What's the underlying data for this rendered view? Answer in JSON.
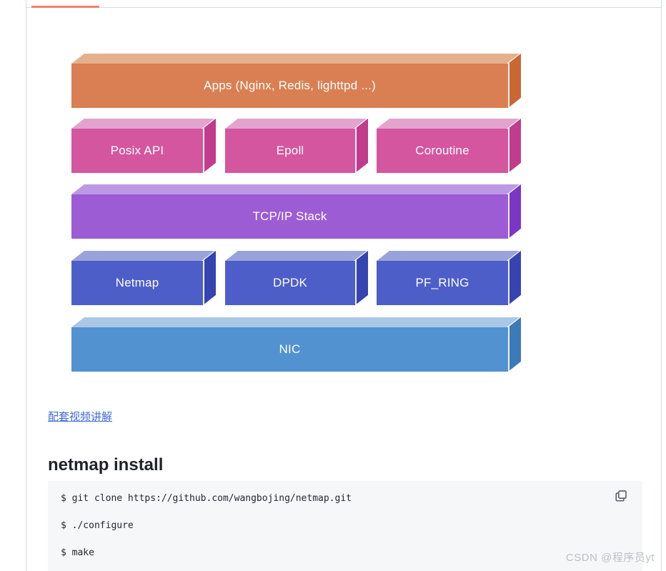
{
  "page": {
    "tab_indicator_color": "#f4806d",
    "frame_line_color": "#d5dbe0"
  },
  "diagram": {
    "blocks": [
      {
        "id": "apps",
        "label": "Apps (Nginx, Redis, lighttpd ...)",
        "front": "#d97f53",
        "top": "#e5b18c",
        "side": "#cb6733"
      },
      {
        "id": "posix-api",
        "label": "Posix API",
        "front": "#d4569f",
        "top": "#e2a3cd",
        "side": "#c13c8c"
      },
      {
        "id": "epoll",
        "label": "Epoll",
        "front": "#d4569f",
        "top": "#e2a3cd",
        "side": "#c13c8c"
      },
      {
        "id": "coroutine",
        "label": "Coroutine",
        "front": "#d4569f",
        "top": "#e2a3cd",
        "side": "#c13c8c"
      },
      {
        "id": "tcpip",
        "label": "TCP/IP Stack",
        "front": "#9c5cd3",
        "top": "#bd98e5",
        "side": "#7c36c4"
      },
      {
        "id": "netmap",
        "label": "Netmap",
        "front": "#4e5ec8",
        "top": "#98a3dc",
        "side": "#3544b0"
      },
      {
        "id": "dpdk",
        "label": "DPDK",
        "front": "#4e5ec8",
        "top": "#98a3dc",
        "side": "#3544b0"
      },
      {
        "id": "pf-ring",
        "label": "PF_RING",
        "front": "#4e5ec8",
        "top": "#98a3dc",
        "side": "#3544b0"
      },
      {
        "id": "nic",
        "label": "NIC",
        "front": "#5292d0",
        "top": "#a9c7e6",
        "side": "#3c7ab8"
      }
    ]
  },
  "article": {
    "video_link_label": "配套视频讲解",
    "section_heading": "netmap install",
    "code_lines": [
      "$ git clone https://github.com/wangbojing/netmap.git",
      "$ ./configure",
      "$ make"
    ]
  },
  "watermark_text": "CSDN @程序员yt"
}
